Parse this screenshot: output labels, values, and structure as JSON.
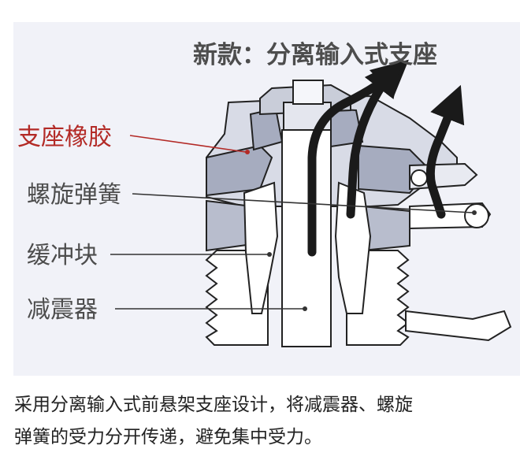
{
  "diagram": {
    "title": "新款：分离输入式支座",
    "labels": {
      "mount_rubber": "支座橡胶",
      "coil_spring": "螺旋弹簧",
      "bump_stop": "缓冲块",
      "shock_absorber": "减震器"
    },
    "colors": {
      "title": "#4d4d4d",
      "label": "#4d4d4d",
      "highlight_label": "#b32a26",
      "background": "#f1f2f8",
      "part_fill": "#a6acbf",
      "part_light": "#d8dbe6",
      "line": "#222222",
      "arrow": "#1a1a1a"
    }
  },
  "caption": {
    "line1": "采用分离输入式前悬架支座设计，将减震器、螺旋",
    "line2": "弹簧的受力分开传递，避免集中受力。"
  }
}
